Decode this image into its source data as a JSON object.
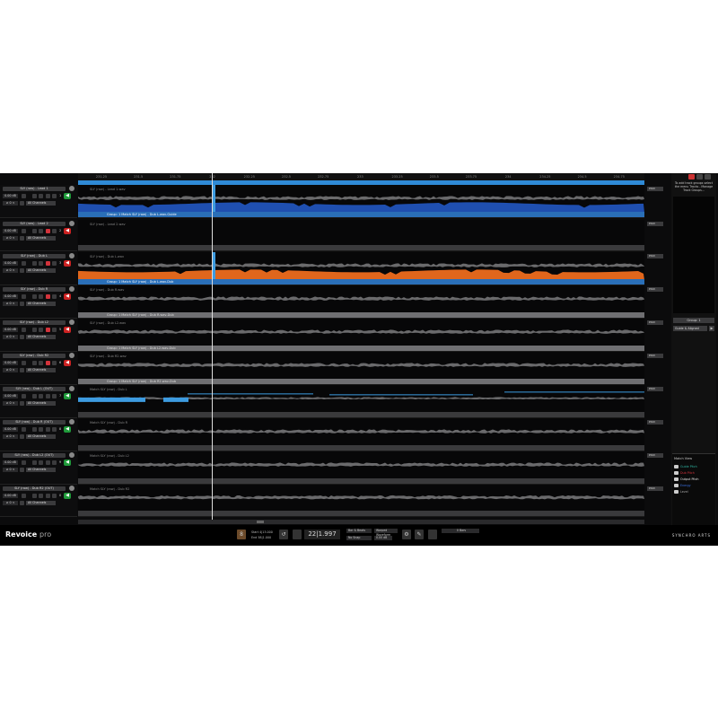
{
  "ruler": {
    "ticks": [
      "231.25",
      "231.5",
      "231.75",
      "232",
      "232.25",
      "232.5",
      "232.75",
      "233",
      "233.25",
      "233.5",
      "233.75",
      "234",
      "234.25",
      "234.5",
      "234.75"
    ]
  },
  "colors": {
    "loop": "#2f8ad6",
    "guide_fill": "#1f4fb0",
    "dub_fill": "#e0661c",
    "pitch": "#3d9be0"
  },
  "tracks": [
    {
      "name": "SLY (raw) - Lead 1",
      "gain": "0.00 dB",
      "num": "1",
      "latency": "≥ 0 <",
      "channels": "All Channels",
      "speaker": "green",
      "rec": false,
      "lane": "SLY (raw) - Lead 1.wav",
      "fill": "guide",
      "group": {
        "style": "blue",
        "text": "Group: 1   Match SLY (raw) - Dub L.wav-Guide"
      },
      "pitch": "Pitch"
    },
    {
      "name": "SLY (raw) - Lead 2",
      "gain": "0.00 dB",
      "num": "2",
      "latency": "≥ 0 <",
      "channels": "All Channels",
      "speaker": "red",
      "rec": true,
      "lane": "SLY (raw) - Lead 2.wav",
      "fill": "none",
      "group": {
        "style": "plain",
        "text": ""
      },
      "pitch": "Pitch"
    },
    {
      "name": "SLY (raw) - Dub L",
      "gain": "0.00 dB",
      "num": "3",
      "latency": "≥ 0 <",
      "channels": "All Channels",
      "speaker": "red",
      "rec": true,
      "lane": "SLY (raw) - Dub L.wav",
      "fill": "dub",
      "group": {
        "style": "blue",
        "text": "Group: 1   Match SLY (raw) - Dub L.wav-Dub"
      },
      "pitch": "Pitch"
    },
    {
      "name": "SLY (raw) - Dub R",
      "gain": "0.00 dB",
      "num": "4",
      "latency": "≥ 0 <",
      "channels": "All Channels",
      "speaker": "red",
      "rec": true,
      "lane": "SLY (raw) - Dub R.wav",
      "fill": "wave",
      "group": {
        "style": "grey",
        "text": "Group: 1   Match SLY (raw) - Dub R.wav-Dub"
      },
      "pitch": "Pitch"
    },
    {
      "name": "SLY (raw) - Dub L2",
      "gain": "0.00 dB",
      "num": "5",
      "latency": "≥ 0 <",
      "channels": "All Channels",
      "speaker": "red",
      "rec": true,
      "lane": "SLY (raw) - Dub L2.wav",
      "fill": "wave",
      "group": {
        "style": "grey",
        "text": "Group: 1   Match SLY (raw) - Dub L2.wav-Dub"
      },
      "pitch": "Pitch"
    },
    {
      "name": "SLY (raw) - Dub R2",
      "gain": "0.00 dB",
      "num": "6",
      "latency": "≥ 0 <",
      "channels": "All Channels",
      "speaker": "red",
      "rec": true,
      "lane": "SLY (raw) - Dub R2.wav",
      "fill": "wave",
      "group": {
        "style": "grey",
        "text": "Group: 1   Match SLY (raw) - Dub R2.wav-Dub"
      },
      "pitch": "Pitch"
    },
    {
      "name": "SLY (raw) - Dub L (OUT)",
      "gain": "0.00 dB",
      "num": "7",
      "latency": "≥ 0 <",
      "channels": "All Channels",
      "speaker": "green",
      "rec": false,
      "lane": "Match SLY (raw) - Dub L",
      "fill": "pitch",
      "group": {
        "style": "plain",
        "text": ""
      },
      "pitch": "Pitch"
    },
    {
      "name": "SLY (raw) - Dub R (OUT)",
      "gain": "0.00 dB",
      "num": "8",
      "latency": "≥ 0 <",
      "channels": "All Channels",
      "speaker": "green",
      "rec": false,
      "lane": "Match SLY (raw) - Dub R",
      "fill": "wave",
      "group": {
        "style": "plain",
        "text": ""
      },
      "pitch": "Pitch"
    },
    {
      "name": "SLY (raw) - Dub L2 (OUT)",
      "gain": "0.00 dB",
      "num": "9",
      "latency": "≥ 0 <",
      "channels": "All Channels",
      "speaker": "green",
      "rec": false,
      "lane": "Match SLY (raw) - Dub L2",
      "fill": "wave",
      "group": {
        "style": "plain",
        "text": ""
      },
      "pitch": "Pitch"
    },
    {
      "name": "SLY (raw) - Dub R2 (OUT)",
      "gain": "0.00 dB",
      "num": "0",
      "latency": "≥ 0 <",
      "channels": "All Channels",
      "speaker": "green",
      "rec": false,
      "lane": "Match SLY (raw) - Dub R2",
      "fill": "wave",
      "group": {
        "style": "plain",
        "text": ""
      },
      "pitch": "Pitch"
    }
  ],
  "right_panel": {
    "hint": "To add track groups select the menu Tracks - Manage Track Groups...",
    "group_label": "Group: 1",
    "group_mode": "Guide & Aligned",
    "match_view_title": "Match View",
    "match_view": [
      {
        "label": "Guide Pitch",
        "color": "#2fb3a0"
      },
      {
        "label": "Dub Pitch",
        "color": "#d2333b"
      },
      {
        "label": "Output Pitch",
        "color": "#e8e8e8"
      },
      {
        "label": "Energy",
        "color": "#3a6fe0"
      },
      {
        "label": "Level",
        "color": "#aaaaaa"
      }
    ]
  },
  "bottom": {
    "logo_main": "Revoice",
    "logo_sub": "pro",
    "brand": "SYNCHRO ARTS",
    "start": "Start   4|13.000",
    "end": "End   58|1.000",
    "counter": "22|1.997",
    "grid": "Bar & Beats",
    "snap": "No Snap",
    "waveform": "Warped Waveform",
    "gain": "0.00 dB",
    "bars": "0 Bars"
  }
}
